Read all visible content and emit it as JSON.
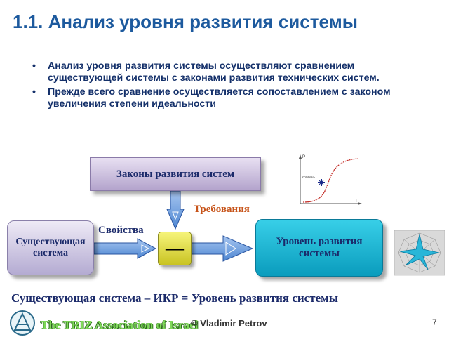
{
  "slide": {
    "title": "1.1. Анализ уровня развития системы",
    "bullets": [
      "Анализ уровня развития системы осуществляют сравнением существующей системы с законами развития технических систем.",
      "Прежде всего сравнение осуществляется сопоставлением с законом увеличения степени идеальности"
    ],
    "bullet_glyph": "•"
  },
  "diagram": {
    "laws_box": "Законы развития систем",
    "existing_box": "Существующая система",
    "level_box": "Уровень развития системы",
    "minus_symbol": "—",
    "label_requirements": "Требования",
    "label_properties": "Свойства"
  },
  "s_curve_thumbnail": {
    "y_axis_letter": "P",
    "x_axis_letter": "T",
    "curve_label": "Уровень"
  },
  "formula": "Существующая система – ИКР  = Уровень развития системы",
  "footer": {
    "association_name": "The TRIZ Association of Israel",
    "author": "© Vladimir Petrov",
    "page_number": "7"
  },
  "colors": {
    "title": "#1d5a9e",
    "bullet_text": "#14306a",
    "requirements_label": "#c7541a",
    "level_box": "#1ab4d4",
    "minus_box": "#e8e455",
    "arrow_fill": "#6aa0e0"
  }
}
